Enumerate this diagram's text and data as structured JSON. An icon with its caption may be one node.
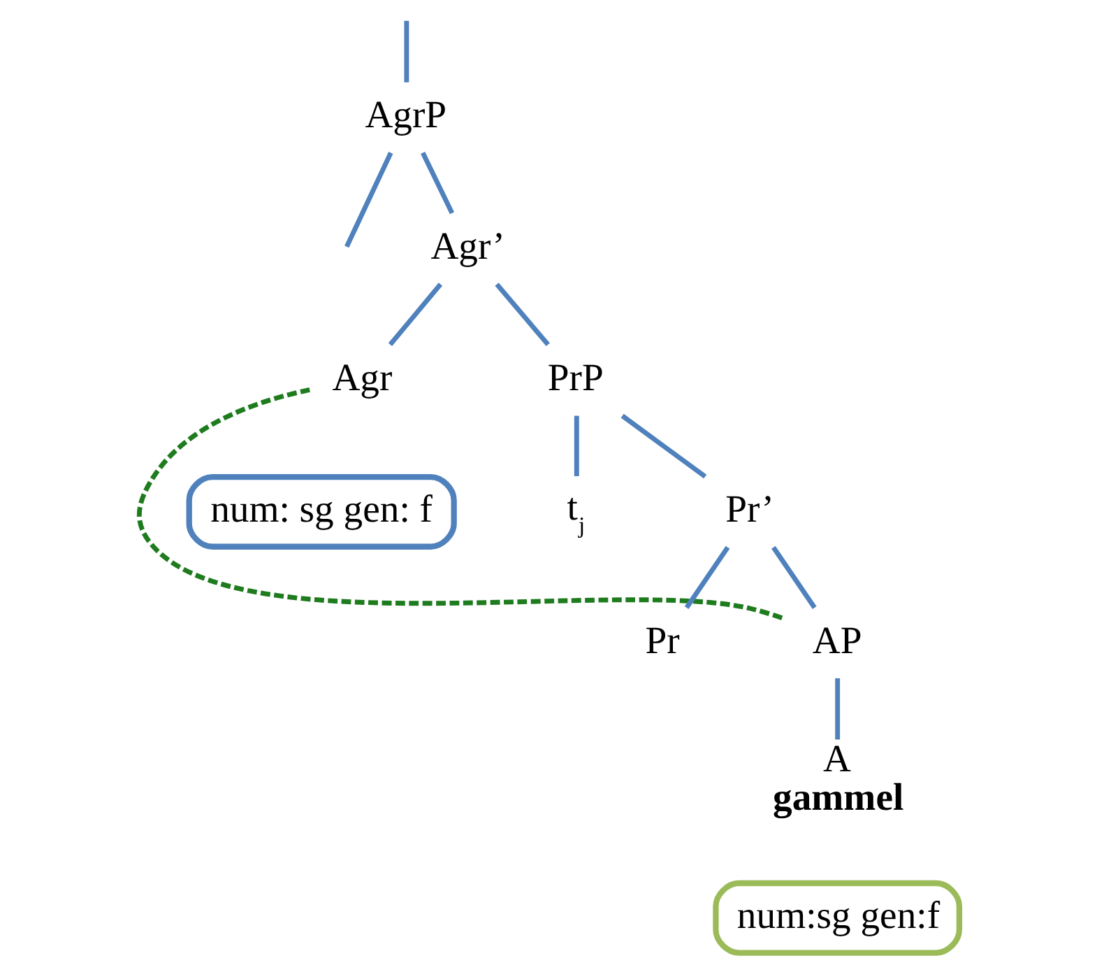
{
  "diagram": {
    "nodes": [
      {
        "text": [
          "AgrP"
        ]
      },
      {
        "text": [
          "Agr’"
        ]
      },
      {
        "text": [
          "Agr"
        ]
      },
      {
        "text": [
          "num: sg gen: f"
        ]
      },
      {
        "text": [
          "PrP"
        ]
      },
      {
        "text": [
          "t$_{j}$"
        ]
      },
      {
        "text": [
          "Pr’"
        ]
      },
      {
        "text": [
          "Pr"
        ]
      },
      {
        "text": [
          "AP"
        ]
      },
      {
        "text": [
          "A",
          "gammel"
        ]
      },
      {
        "text": [
          "num:sg gen:f"
        ]
      }
    ],
    "edges": [
      {
        "from": null,
        "to": 0,
        "arrow": "none"
      },
      {
        "from": 0,
        "to": null,
        "arrow": "none"
      },
      {
        "from": 0,
        "to": 1,
        "arrow": "none"
      },
      {
        "from": 1,
        "to": 2,
        "arrow": "none"
      },
      {
        "from": 1,
        "to": 4,
        "arrow": "none"
      },
      {
        "from": 4,
        "to": 5,
        "arrow": "none"
      },
      {
        "from": 4,
        "to": 6,
        "arrow": "none"
      },
      {
        "from": 6,
        "to": 7,
        "arrow": "none"
      },
      {
        "from": 6,
        "to": 8,
        "arrow": "none"
      },
      {
        "from": 8,
        "to": 9,
        "arrow": "none"
      },
      {
        "from": 2,
        "to": 8,
        "arrow": "none",
        "style": "dashed",
        "color": "#1e7b1e"
      }
    ]
  }
}
